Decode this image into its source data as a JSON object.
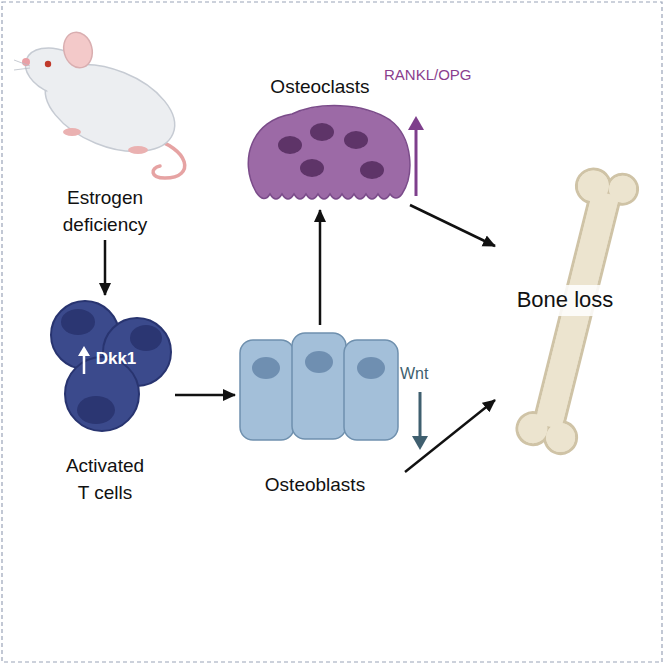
{
  "diagram": {
    "nodes": [
      {
        "text": [
          "Estrogen deficiency"
        ]
      },
      {
        "text": [
          "Dkk1",
          "Activated T cells"
        ]
      },
      {
        "text": [
          "Osteoblasts"
        ]
      },
      {
        "text": [
          "Osteoclasts"
        ]
      },
      {
        "text": [
          "Bone loss"
        ]
      }
    ],
    "edges": [
      {
        "from": 0,
        "to": 1,
        "arrow": "to"
      },
      {
        "from": 1,
        "to": 2,
        "arrow": "to"
      },
      {
        "from": 2,
        "to": 3,
        "arrow": "to"
      },
      {
        "from": 3,
        "to": 4,
        "arrow": "to"
      },
      {
        "from": 2,
        "to": 4,
        "arrow": "to"
      }
    ],
    "labels": [
      "RANKL/OPG",
      "Wnt"
    ]
  }
}
